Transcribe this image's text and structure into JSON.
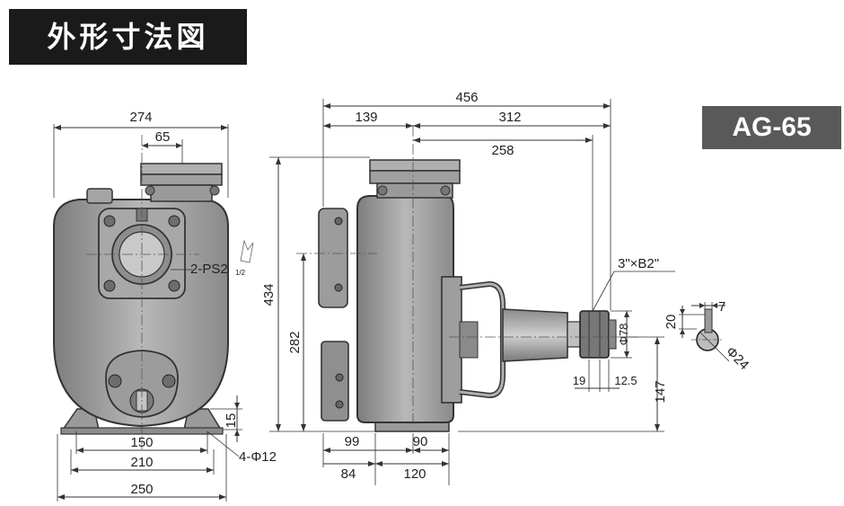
{
  "header": {
    "title": "外形寸法図"
  },
  "model": {
    "label": "AG-65"
  },
  "front_view": {
    "dims": {
      "overall_width": "274",
      "outlet_offset": "65",
      "port_label": "2-PS2",
      "port_fraction": "1/2",
      "foot_height": "15",
      "hole_pitch": "150",
      "base_inner": "210",
      "base_width": "250",
      "holes": "4-Φ12"
    }
  },
  "side_view": {
    "dims": {
      "overall_length": "456",
      "inlet_to_center": "139",
      "center_to_end": "312",
      "center_to_pulley": "258",
      "height": "434",
      "shaft_height": "282",
      "pulley_label": "3\"×B2\"",
      "pulley_dia": "Φ78",
      "pulley_w1": "19",
      "pulley_w2": "12.5",
      "shaft_center": "147",
      "base_left_a": "99",
      "base_right_a": "90",
      "base_left_b": "84",
      "base_right_b": "120"
    }
  },
  "shaft_detail": {
    "dims": {
      "key_width": "7",
      "key_height": "20",
      "shaft_dia": "Φ24"
    }
  }
}
